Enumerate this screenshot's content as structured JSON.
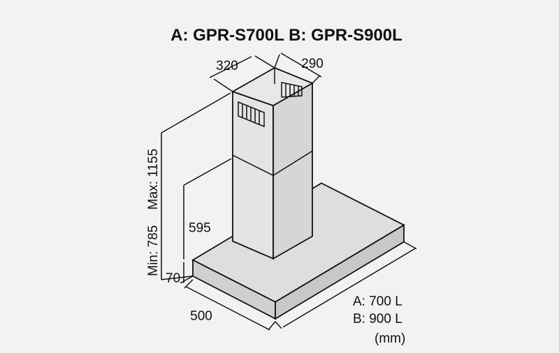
{
  "title": "A: GPR-S700L   B: GPR-S900L",
  "dimensions": {
    "chimney_width": "320",
    "chimney_depth": "290",
    "max_height": "Max: 1155",
    "min_height": "Min: 785",
    "chimney_height": "595",
    "canopy_height": "70",
    "canopy_depth": "500",
    "width_a": "A: 700 L",
    "width_b": "B: 900 L",
    "unit": "(mm)"
  },
  "colors": {
    "background": "#f2f2f2",
    "face_light": "#e2e2e2",
    "face_mid": "#d4d4d4",
    "face_dark": "#cbcbcb",
    "line": "#111111"
  }
}
